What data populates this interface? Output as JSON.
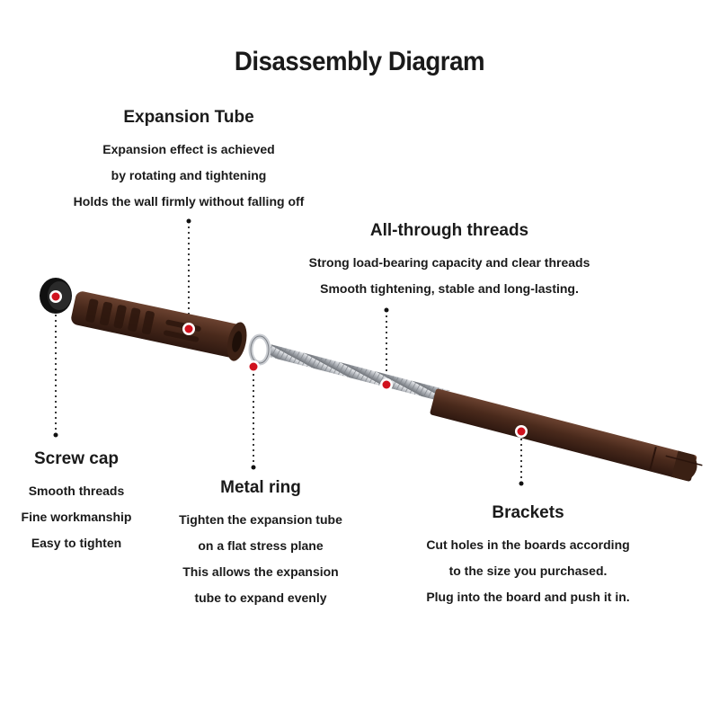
{
  "title": "Disassembly Diagram",
  "parts": {
    "expansion_tube": {
      "heading": "Expansion Tube",
      "lines": [
        "Expansion effect is achieved",
        "by rotating and tightening",
        "Holds the wall firmly without falling off"
      ]
    },
    "threads": {
      "heading": "All-through threads",
      "lines": [
        "Strong load-bearing capacity and clear threads",
        "Smooth tightening, stable and long-lasting."
      ]
    },
    "screw_cap": {
      "heading": "Screw cap",
      "lines": [
        "Smooth threads",
        "Fine workmanship",
        "Easy to tighten"
      ]
    },
    "metal_ring": {
      "heading": "Metal ring",
      "lines": [
        "Tighten the expansion tube",
        "on a flat stress plane",
        "This allows the expansion",
        "tube to expand evenly"
      ]
    },
    "brackets": {
      "heading": "Brackets",
      "lines": [
        "Cut holes in the boards according",
        "to the size you purchased.",
        "Plug into the board and push it in."
      ]
    }
  },
  "colors": {
    "brown": "#4a2a1c",
    "marker": "#d0121e",
    "steel": "#b8bcc2"
  }
}
